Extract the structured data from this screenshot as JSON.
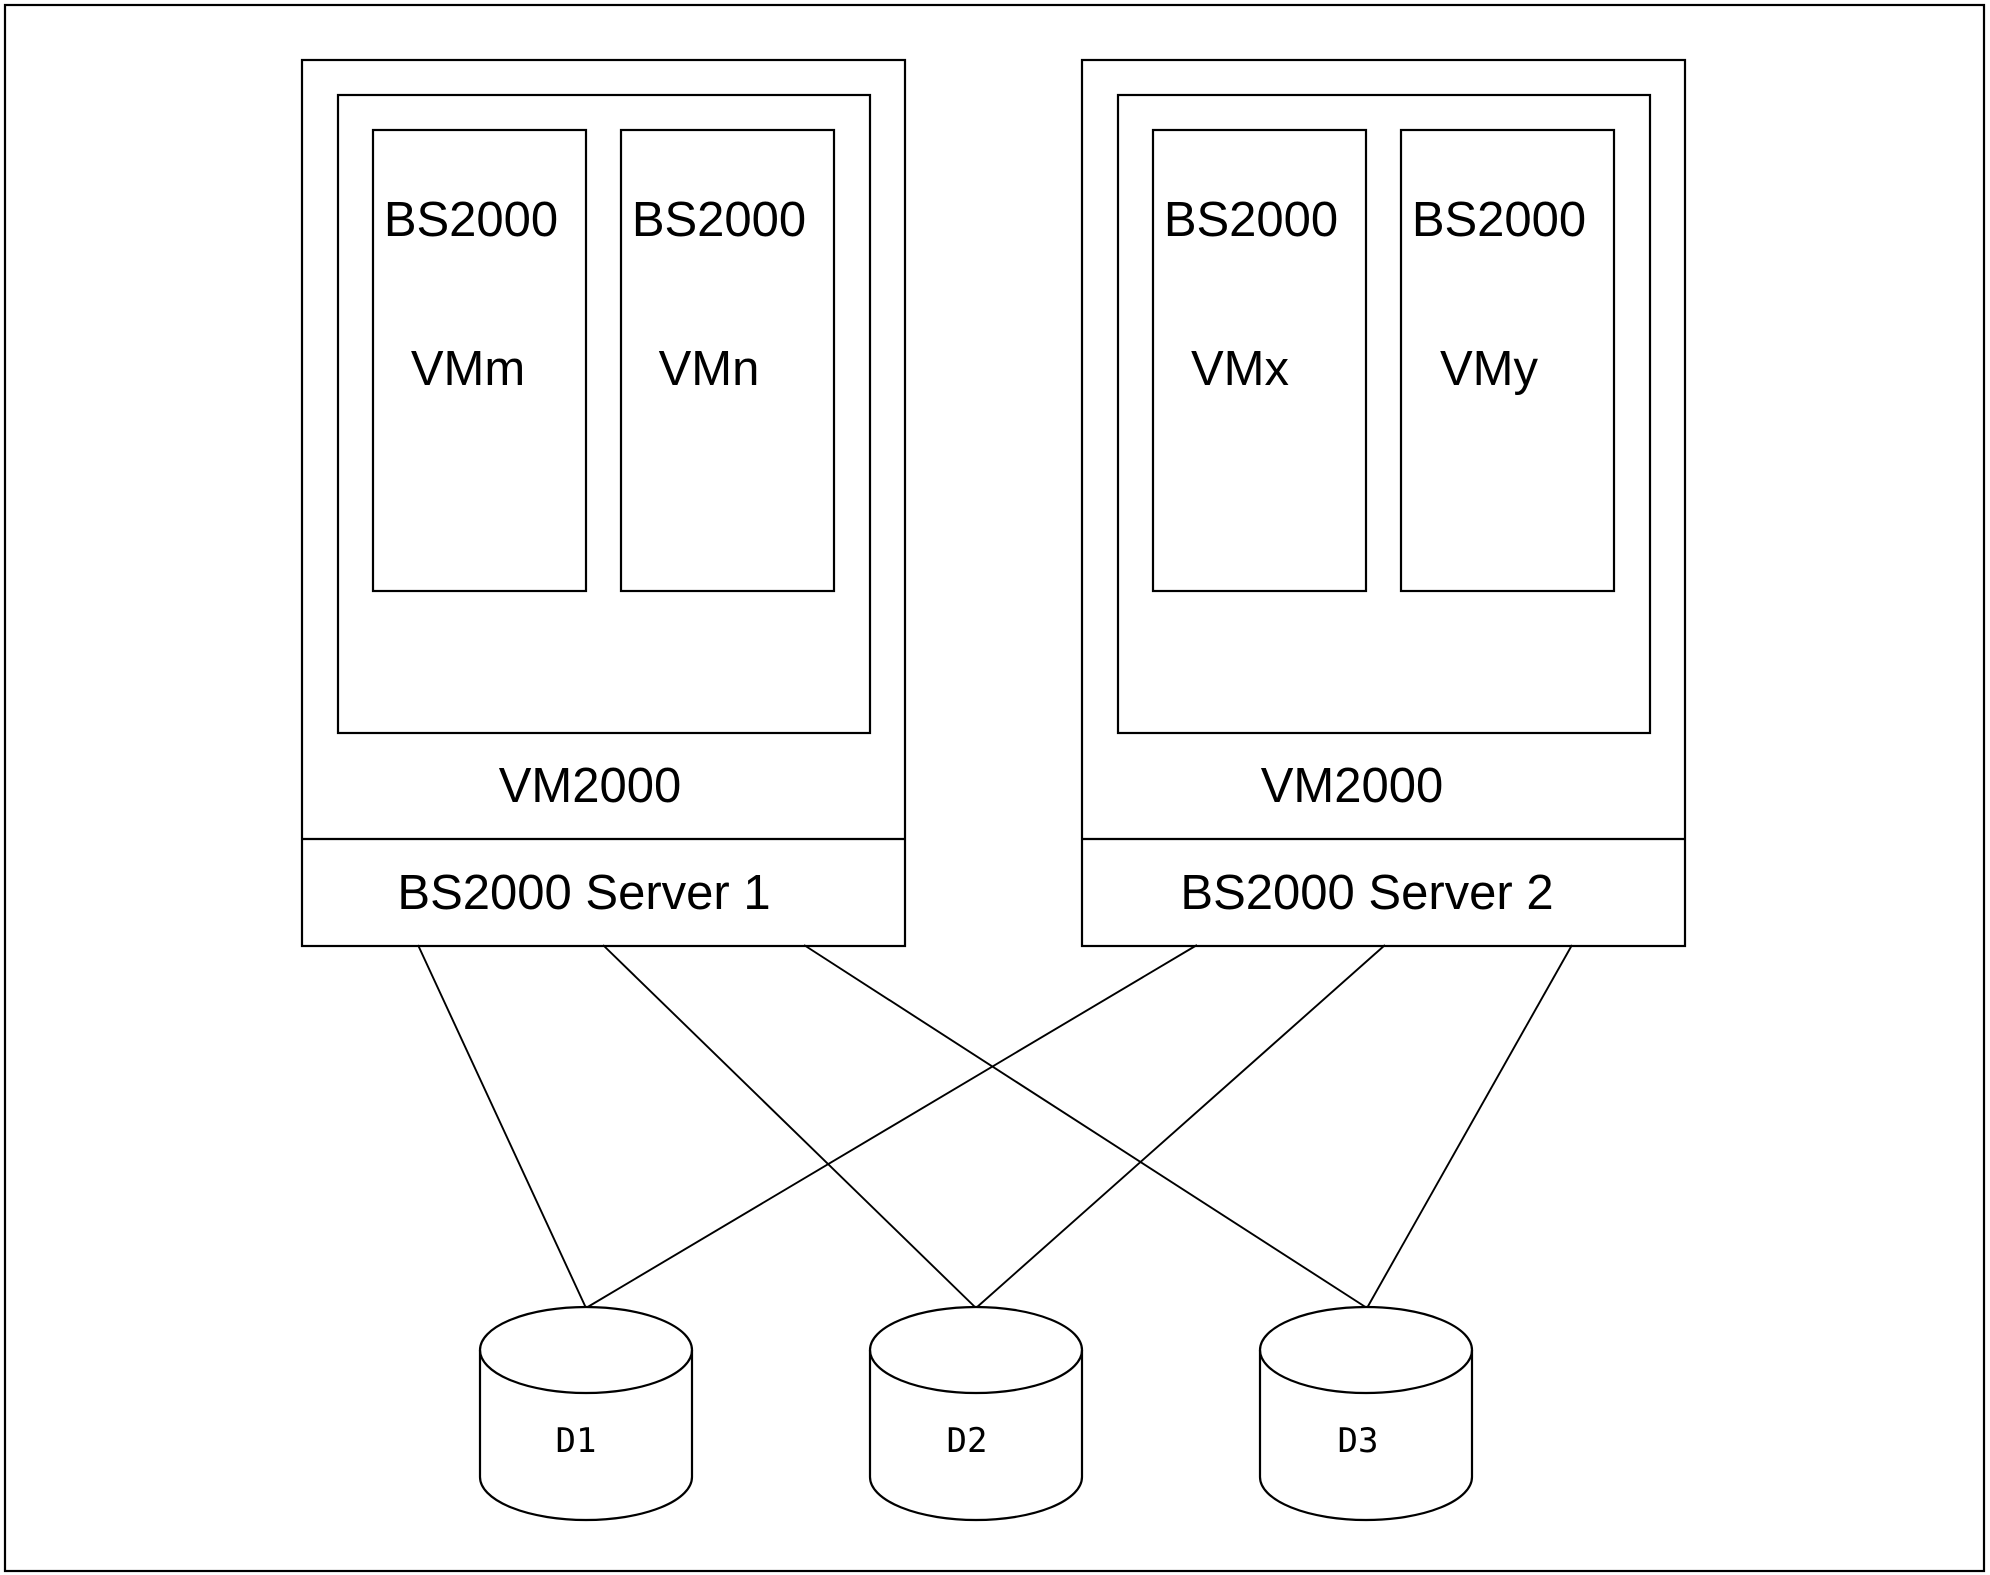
{
  "servers": [
    {
      "server_label": "BS2000 Server 1",
      "hypervisor_label": "VM2000",
      "vms": [
        {
          "os": "BS2000",
          "vm": "VMm"
        },
        {
          "os": "BS2000",
          "vm": "VMn"
        }
      ]
    },
    {
      "server_label": "BS2000 Server 2",
      "hypervisor_label": "VM2000",
      "vms": [
        {
          "os": "BS2000",
          "vm": "VMx"
        },
        {
          "os": "BS2000",
          "vm": "VMy"
        }
      ]
    }
  ],
  "disks": [
    {
      "label": "D1"
    },
    {
      "label": "D2"
    },
    {
      "label": "D3"
    }
  ]
}
